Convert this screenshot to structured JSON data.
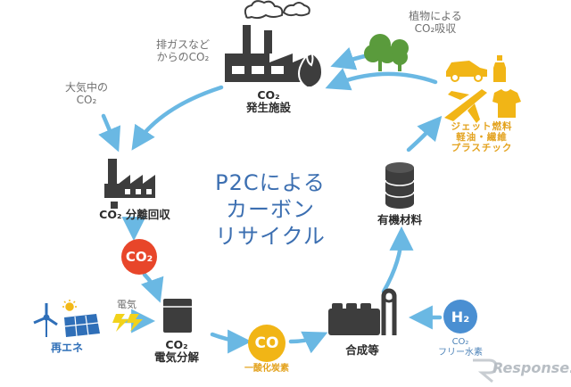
{
  "center_title": [
    "P2Cによる",
    "カーボン",
    "リサイクル"
  ],
  "nodes": {
    "emission_facility": [
      "CO₂",
      "発生施設"
    ],
    "separation_recovery": [
      "CO₂ 分離回収"
    ],
    "electrolysis": [
      "CO₂",
      "電気分解"
    ],
    "synthesis": [
      "合成等"
    ],
    "organic_materials": [
      "有機材料"
    ]
  },
  "notes": {
    "atmospheric_co2": [
      "大気中の",
      "CO₂"
    ],
    "exhaust_gas": [
      "排ガスなど",
      "からのCO₂"
    ],
    "plant_absorption": [
      "植物による",
      "CO₂吸収"
    ],
    "products": [
      "ジェット燃料",
      "軽油・繊維",
      "プラスチック"
    ],
    "renewable": "再エネ",
    "electricity": "電気",
    "co_gas": "一酸化炭素",
    "co2_free_h2": [
      "CO₂",
      "フリー水素"
    ]
  },
  "badges": {
    "co2": "CO₂",
    "co": "CO",
    "h2": "H₂"
  },
  "colors": {
    "arrow": "#6ab8e3",
    "icon_dark": "#3d3d3d",
    "co2_badge": "#e8462a",
    "co_badge": "#f1b516",
    "h2_badge": "#4a8fd2",
    "product_orange": "#f1b516",
    "tree_green": "#5a9b3c",
    "title_blue": "#3c6fb1",
    "bolt_yellow": "#f2d21a",
    "solar_blue": "#2f6fb8"
  },
  "watermark": "Response."
}
